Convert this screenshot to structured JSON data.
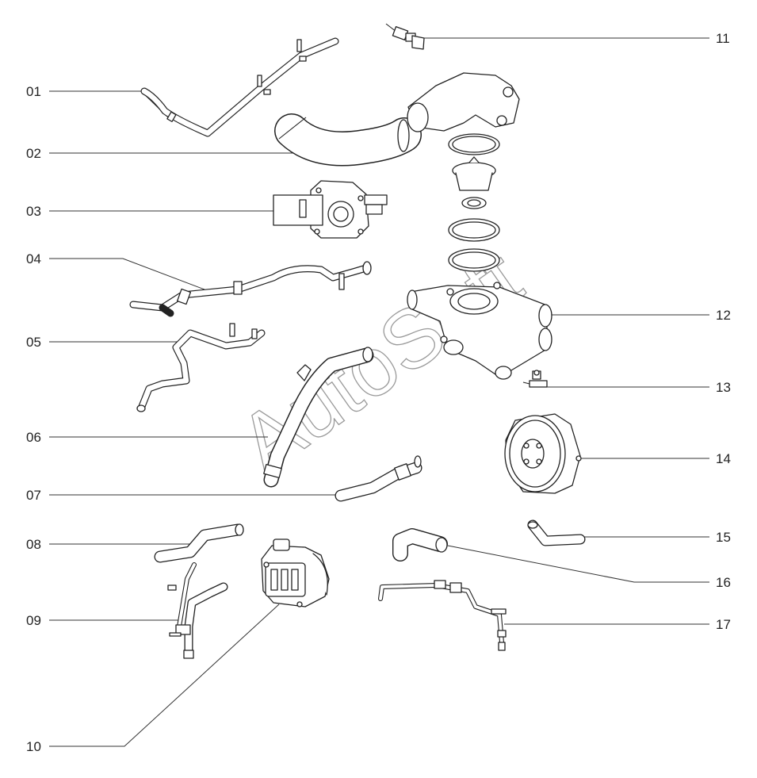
{
  "watermark": "AutoSoft",
  "labels": {
    "p01": "01",
    "p02": "02",
    "p03": "03",
    "p04": "04",
    "p05": "05",
    "p06": "06",
    "p07": "07",
    "p08": "08",
    "p09": "09",
    "p10": "10",
    "p11": "11",
    "p12": "12",
    "p13": "13",
    "p14": "14",
    "p15": "15",
    "p16": "16",
    "p17": "17"
  }
}
